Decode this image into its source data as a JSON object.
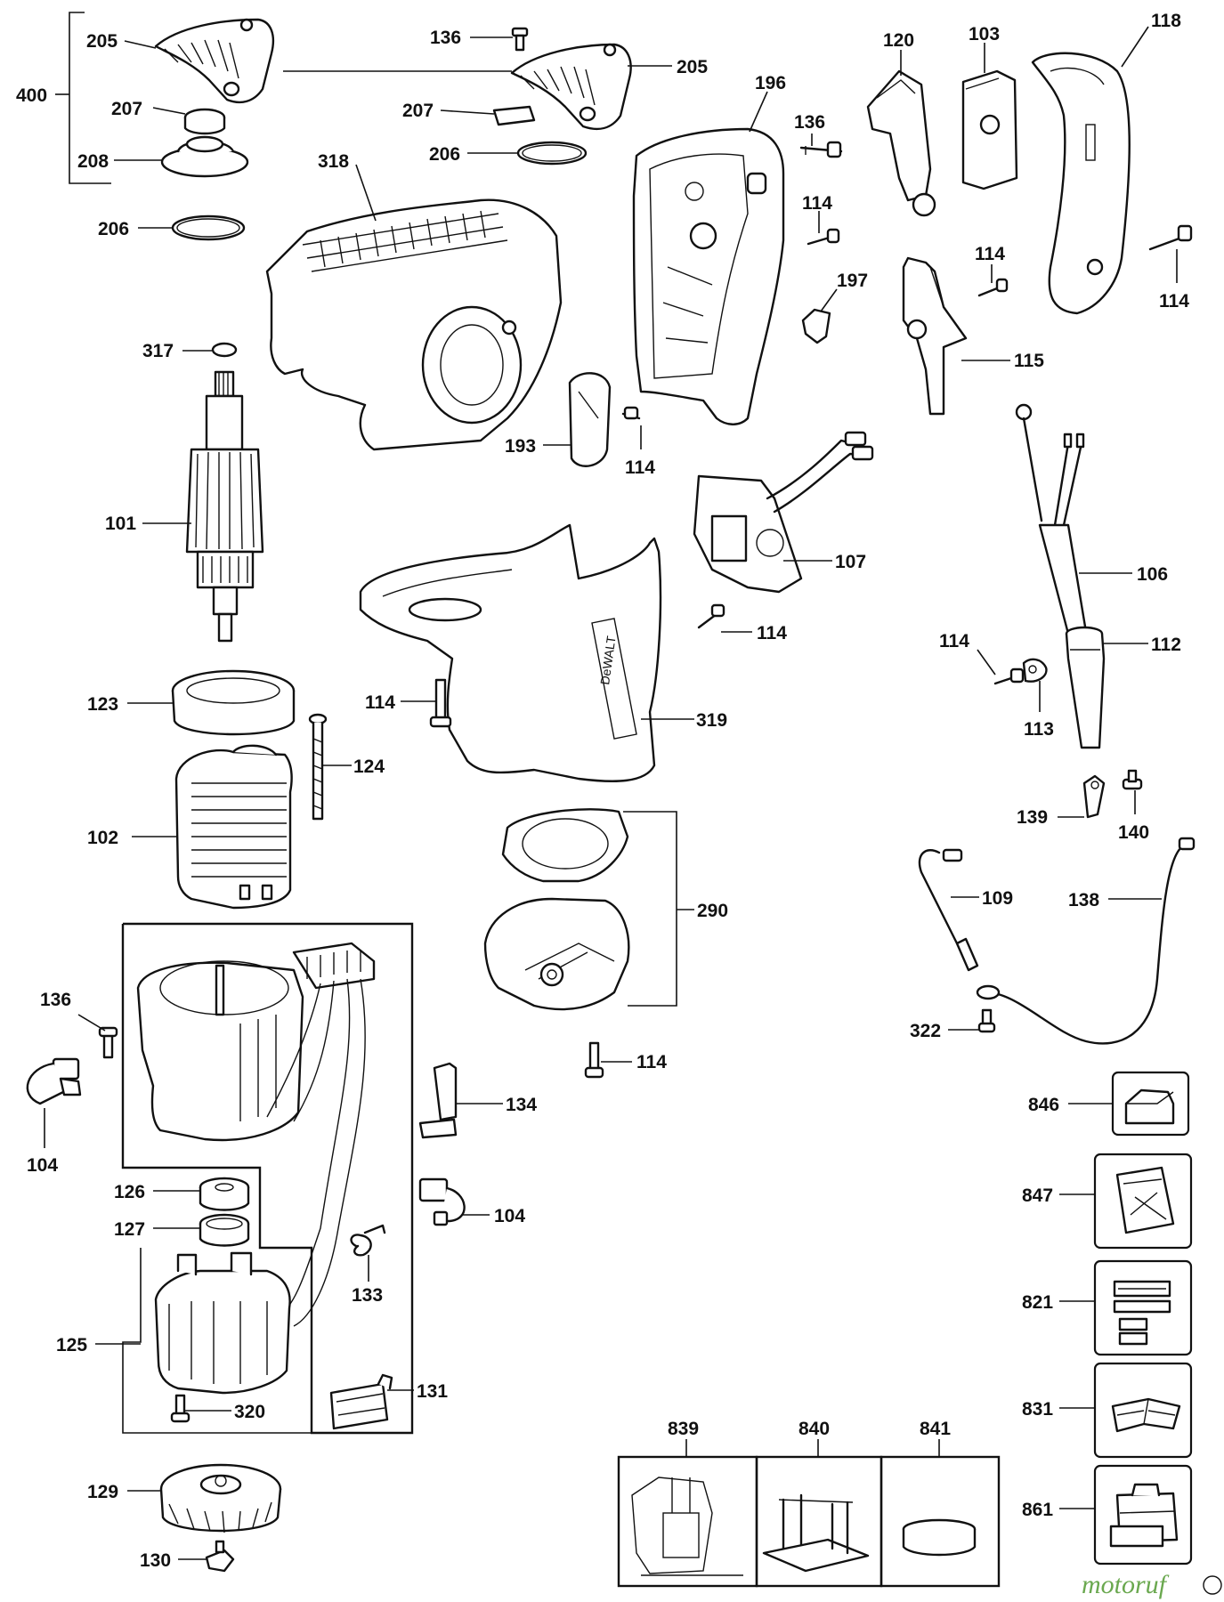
{
  "watermark": "motoruf",
  "labels": {
    "p400": "400",
    "p205a": "205",
    "p205b": "205",
    "p207a": "207",
    "p207b": "207",
    "p208": "208",
    "p206a": "206",
    "p206b": "206",
    "p136a": "136",
    "p136b": "136",
    "p136c": "136",
    "p318": "318",
    "p196": "196",
    "p120": "120",
    "p103": "103",
    "p118": "118",
    "p114a": "114",
    "p114b": "114",
    "p114c": "114",
    "p114d": "114",
    "p114e": "114",
    "p114f": "114",
    "p114g": "114",
    "p114h": "114",
    "p197": "197",
    "p115": "115",
    "p317": "317",
    "p193": "193",
    "p101": "101",
    "p107": "107",
    "p106": "106",
    "p112": "112",
    "p113": "113",
    "p123": "123",
    "p319": "319",
    "p124": "124",
    "p102": "102",
    "p139": "139",
    "p140": "140",
    "p109": "109",
    "p138": "138",
    "p290": "290",
    "p322": "322",
    "p846": "846",
    "p104a": "104",
    "p104b": "104",
    "p134": "134",
    "p126": "126",
    "p127": "127",
    "p133": "133",
    "p847": "847",
    "p821": "821",
    "p125": "125",
    "p131": "131",
    "p320": "320",
    "p831": "831",
    "p839": "839",
    "p840": "840",
    "p841": "841",
    "p861": "861",
    "p129": "129",
    "p130": "130"
  },
  "icons": [
    "motor-armature",
    "field-coil",
    "switch",
    "power-cord",
    "brush-holder",
    "housing",
    "handle",
    "kit-box",
    "manual",
    "carrying-case"
  ]
}
